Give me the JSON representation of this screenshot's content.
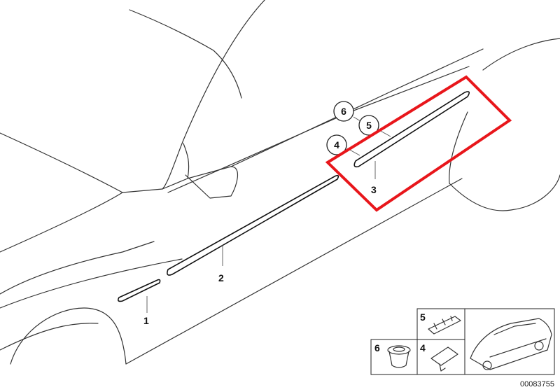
{
  "callouts": {
    "c1": "1",
    "c2": "2",
    "c3": "3",
    "c4": "4",
    "c5": "5",
    "c6": "6"
  },
  "inset": {
    "label5": "5",
    "label4": "4",
    "label6": "6"
  },
  "diagram_code": "00083755",
  "highlight_color": "#e8161b"
}
